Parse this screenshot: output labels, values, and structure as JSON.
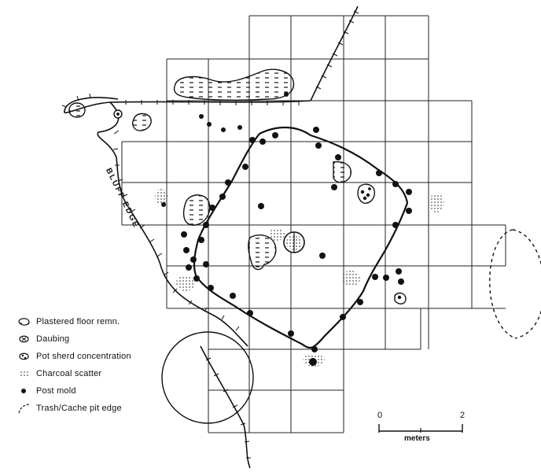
{
  "map": {
    "bluff_label": "BLUFF EDGE",
    "legend": [
      {
        "symbol": "plaster-icon",
        "label": "Plastered floor remn."
      },
      {
        "symbol": "daubing-icon",
        "label": "Daubing"
      },
      {
        "symbol": "potsherd-icon",
        "label": "Pot sherd concentration"
      },
      {
        "symbol": "charcoal-icon",
        "label": "Charcoal scatter"
      },
      {
        "symbol": "postmold-icon",
        "label": "Post mold"
      },
      {
        "symbol": "pit-edge-icon",
        "label": "Trash/Cache pit edge"
      }
    ],
    "scale": {
      "start": "0",
      "end": "2",
      "unit": "meters"
    }
  }
}
